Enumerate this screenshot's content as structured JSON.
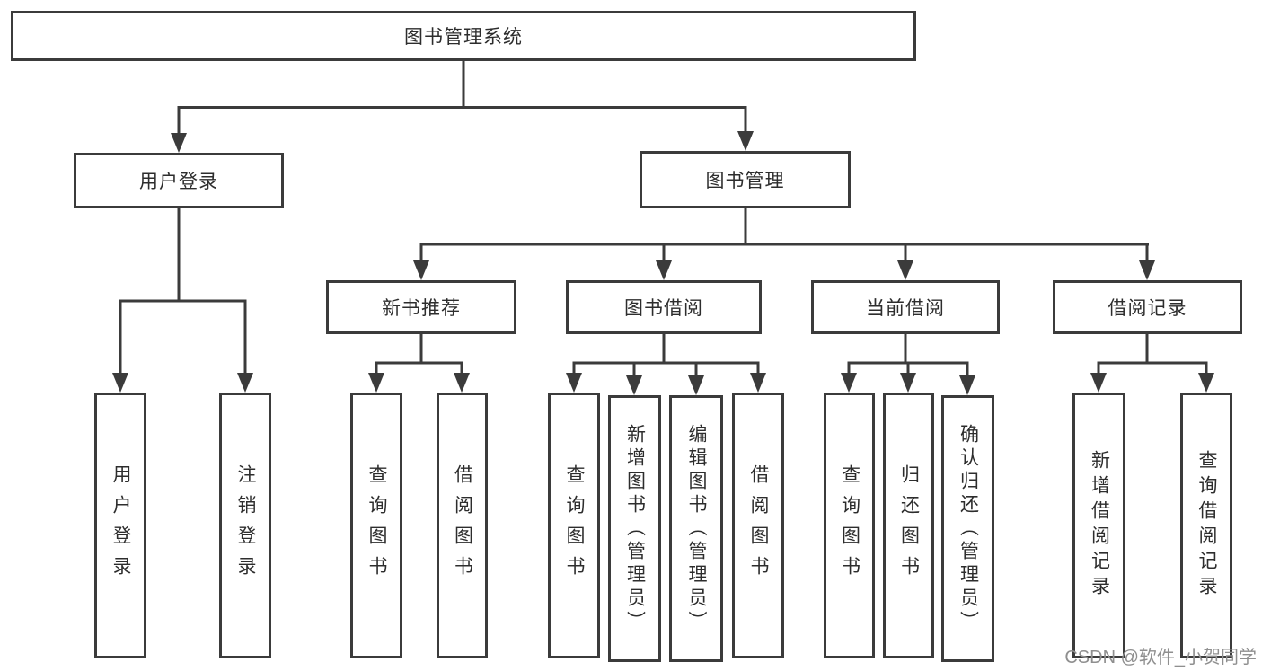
{
  "tree": {
    "label": "图书管理系统",
    "children": [
      {
        "label": "用户登录",
        "children": [
          {
            "label": "用户登录"
          },
          {
            "label": "注销登录"
          }
        ]
      },
      {
        "label": "图书管理",
        "children": [
          {
            "label": "新书推荐",
            "children": [
              {
                "label": "查询图书"
              },
              {
                "label": "借阅图书"
              }
            ]
          },
          {
            "label": "图书借阅",
            "children": [
              {
                "label": "查询图书"
              },
              {
                "label": "新增图书（管理员）"
              },
              {
                "label": "编辑图书（管理员）"
              },
              {
                "label": "借阅图书"
              }
            ]
          },
          {
            "label": "当前借阅",
            "children": [
              {
                "label": "查询图书"
              },
              {
                "label": "归还图书"
              },
              {
                "label": "确认归还（管理员）"
              }
            ]
          },
          {
            "label": "借阅记录",
            "children": [
              {
                "label": "新增借阅记录"
              },
              {
                "label": "查询借阅记录"
              }
            ]
          }
        ]
      }
    ]
  },
  "watermark": {
    "text": "CSDN @软件_小贺同学"
  },
  "colors": {
    "line": "#3b3b3b",
    "text": "#2d2d2d",
    "watermark": "#8f8f8f",
    "background": "#ffffff"
  }
}
